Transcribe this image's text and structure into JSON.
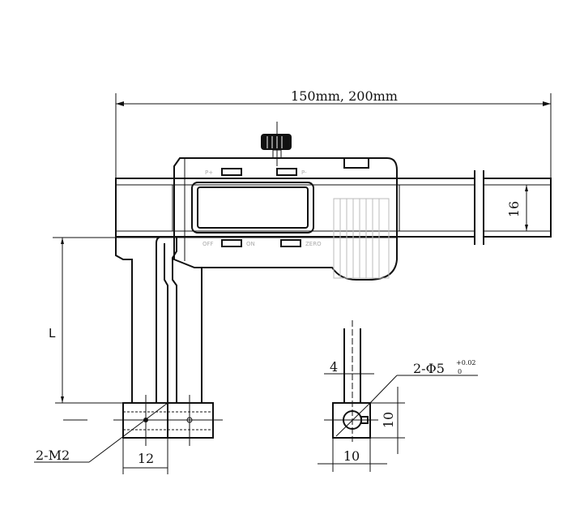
{
  "drawing": {
    "overall_length": "150mm, 200mm",
    "beam_width": "16",
    "jaw_length": "L",
    "thread_callout": "2-M2",
    "tip_width": "12",
    "hole_callout": "2-Φ5",
    "hole_tolerance_upper": "+0.02",
    "hole_tolerance_lower": "0",
    "tip_thickness": "4",
    "block_height": "10",
    "block_width": "10"
  },
  "buttons": {
    "p_plus": "P+",
    "p_minus": "P-",
    "off": "OFF",
    "on": "ON",
    "zero": "ZERO"
  }
}
